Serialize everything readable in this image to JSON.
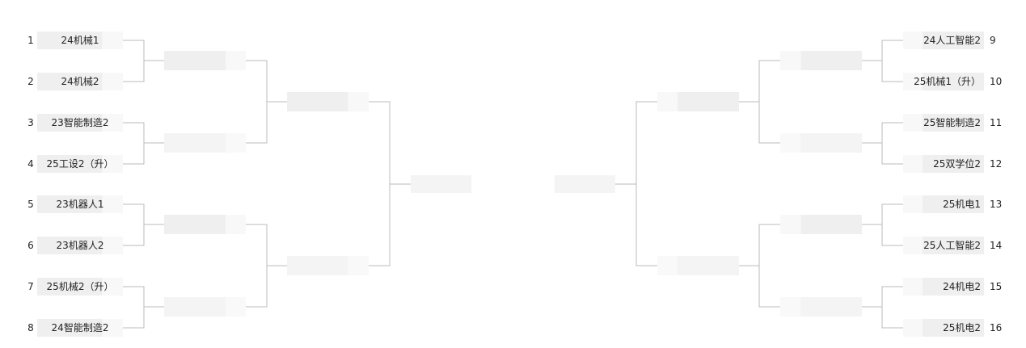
{
  "bracket": {
    "left": [
      {
        "seed": "1",
        "team": "24机械1"
      },
      {
        "seed": "2",
        "team": "24机械2"
      },
      {
        "seed": "3",
        "team": "23智能制造2"
      },
      {
        "seed": "4",
        "team": "25工设2（升）"
      },
      {
        "seed": "5",
        "team": "23机器人1"
      },
      {
        "seed": "6",
        "team": "23机器人2"
      },
      {
        "seed": "7",
        "team": "25机械2（升）"
      },
      {
        "seed": "8",
        "team": "24智能制造2"
      }
    ],
    "right": [
      {
        "seed": "9",
        "team": "24人工智能2"
      },
      {
        "seed": "10",
        "team": "25机械1（升）"
      },
      {
        "seed": "11",
        "team": "25智能制造2"
      },
      {
        "seed": "12",
        "team": "25双学位2"
      },
      {
        "seed": "13",
        "team": "25机电1"
      },
      {
        "seed": "14",
        "team": "25人工智能2"
      },
      {
        "seed": "15",
        "team": "24机电2"
      },
      {
        "seed": "16",
        "team": "25机电2"
      }
    ]
  },
  "colors": {
    "line": "#bbbbbb",
    "slot": "#efefef",
    "slot_light": "#f4f4f4"
  }
}
